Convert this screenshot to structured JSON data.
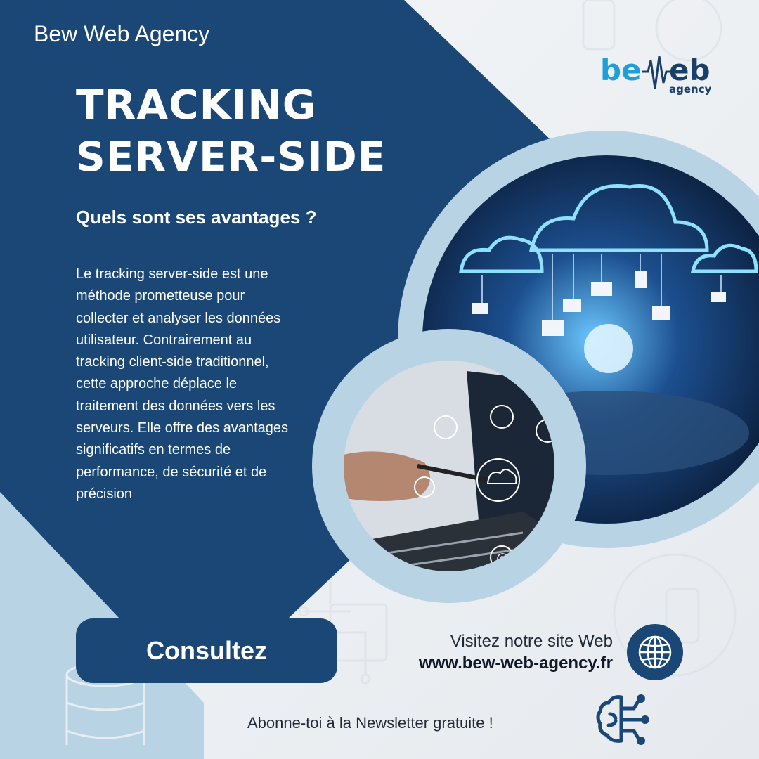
{
  "agency_name": "Bew Web Agency",
  "title": {
    "line1": "TRACKING",
    "line2": "SERVER-SIDE"
  },
  "subtitle": "Quels sont ses avantages ?",
  "body": "Le tracking server-side est une méthode prometteuse pour collecter et analyser les données utilisateur. Contrairement au tracking client-side traditionnel, cette approche déplace le traitement des données vers les serveurs. Elle offre des avantages significatifs en termes de performance, de sécurité et de précision",
  "logo": {
    "word": "bew eb",
    "sub": "agency"
  },
  "cta": {
    "label": "Consultez"
  },
  "visit": {
    "line": "Visitez notre site Web",
    "url": "www.bew-web-agency.fr"
  },
  "newsletter": "Abonne-toi à la Newsletter gratuite !",
  "icons": {
    "globe": "globe-icon",
    "brain": "brain-circuit-icon"
  },
  "colors": {
    "navy": "#1a4776",
    "light_blue": "#b7d3e4",
    "logo_blue": "#1e9fd8",
    "logo_navy": "#1b3f6b"
  }
}
